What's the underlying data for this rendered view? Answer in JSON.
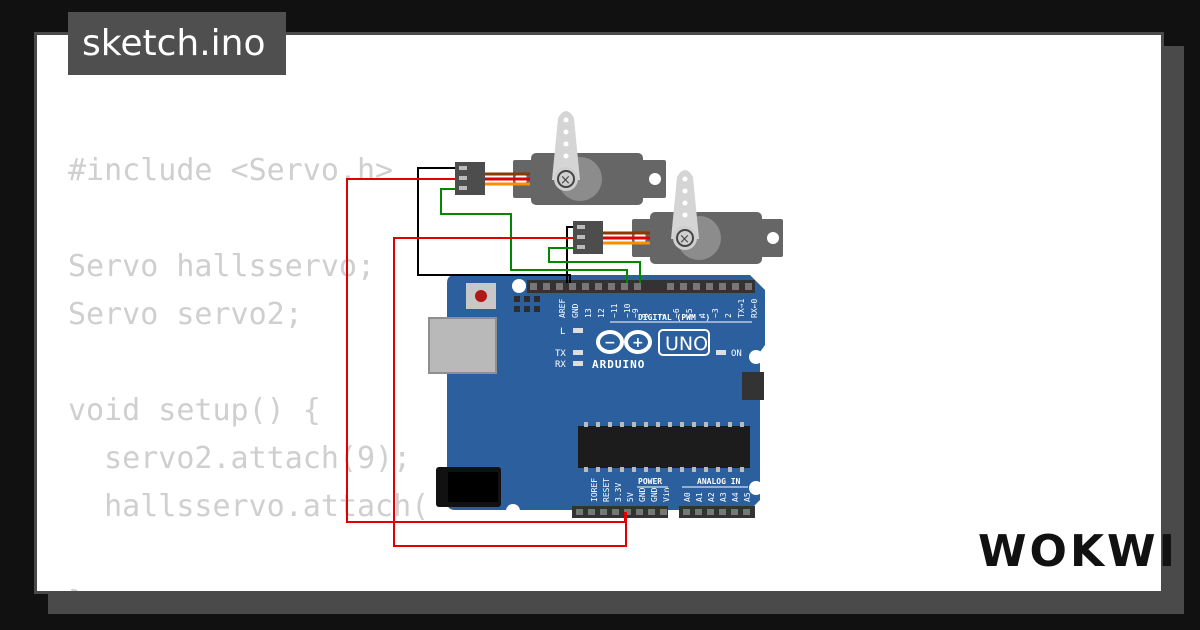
{
  "tab": {
    "filename": "sketch.ino"
  },
  "code_lines": [
    "#include <Servo.h>",
    "",
    "Servo hallsservo;",
    "Servo servo2;",
    "",
    "void setup() {",
    "  servo2.attach(9);",
    "  hallsservo.attach(",
    "",
    "}"
  ],
  "board": {
    "model": "UNO",
    "maker": "ARDUINO",
    "digital_header_label": "DIGITAL (PWM ~)",
    "power_label": "POWER",
    "analog_label": "ANALOG IN",
    "on_label": "ON",
    "led_labels": [
      "L",
      "TX",
      "RX"
    ],
    "digital_pins": [
      "AREF",
      "GND",
      "13",
      "12",
      "~11",
      "~10",
      "~9",
      "8",
      "7",
      "~6",
      "~5",
      "4",
      "~3",
      "2",
      "TX→1",
      "RX←0"
    ],
    "power_pins": [
      "IOREF",
      "RESET",
      "3.3V",
      "5V",
      "GND",
      "GND",
      "Vin"
    ],
    "analog_pins": [
      "A0",
      "A1",
      "A2",
      "A3",
      "A4",
      "A5"
    ]
  },
  "colors": {
    "board": "#2c5f9e",
    "wire_power": "#e00000",
    "wire_ground": "#000000",
    "wire_signal": "#008800",
    "servo_body": "#666666"
  },
  "brand": {
    "name": "WOKWI"
  }
}
